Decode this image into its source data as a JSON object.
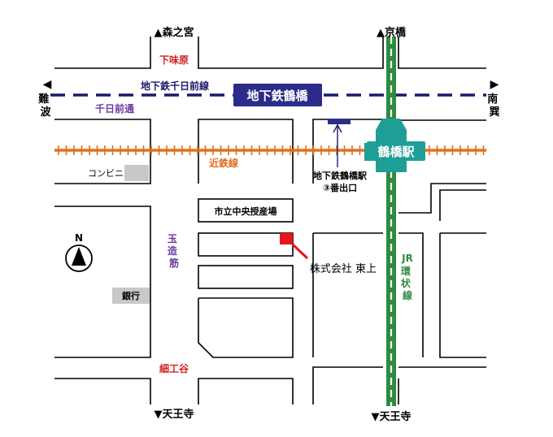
{
  "directions": {
    "north_left": "▲森之宮",
    "north_right": "▲京橋",
    "south_left": "▼天王寺",
    "south_right": "▼天王寺",
    "west": "難波",
    "east": "南巽",
    "west_arrow": "◀",
    "east_arrow": "▶"
  },
  "intersections": {
    "shimoajihara": "下味原",
    "hosokudani": "細工谷"
  },
  "lines": {
    "sennichimae_line": "地下鉄千日前線",
    "kintetsu_line": "近鉄線",
    "jr_loop_1": "JR",
    "jr_loop_2": "環状線"
  },
  "streets": {
    "sennichimae_dori": "千日前通",
    "tamatsukuri_suji": "玉造筋"
  },
  "stations": {
    "subway_tsuruhashi": "地下鉄鶴橋",
    "tsuruhashi_eki": "鶴橋駅",
    "exit_line1": "地下鉄鶴橋駅",
    "exit_line2": "③番出口"
  },
  "landmarks": {
    "convenience": "コンビニ",
    "bank": "銀行",
    "market": "市立中央授産場",
    "company": "株式会社 東上"
  },
  "compass": {
    "letter": "N"
  },
  "colors": {
    "subway_line": "#1a1a6e",
    "subway_badge": "#2b2b8a",
    "kintetsu": "#e07020",
    "jr": "#2e8b3e",
    "station_teal": "#1e9e96",
    "red_label": "#d02020",
    "purple_label": "#6a3aa0",
    "target": "#e8141e",
    "gray_box": "#c8c8c8"
  }
}
